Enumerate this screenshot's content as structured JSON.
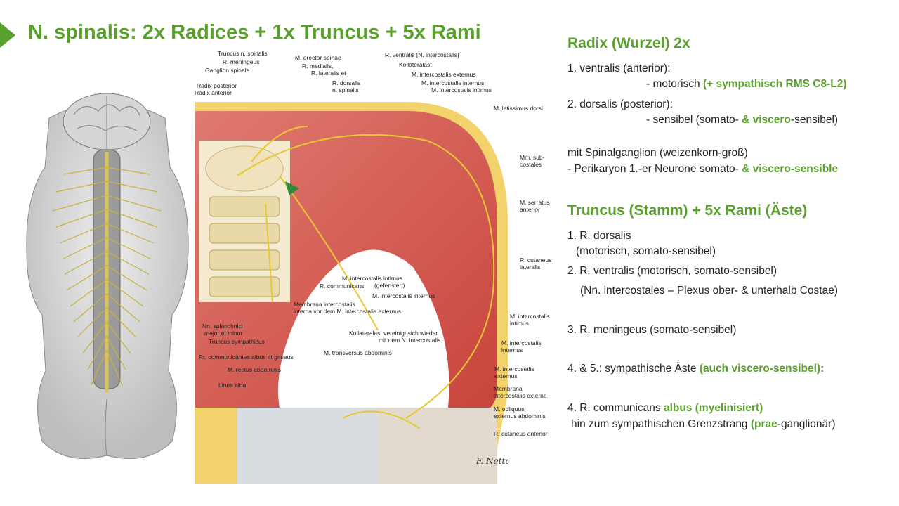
{
  "title": "N. spinalis: 2x Radices + 1x Truncus + 5x Rami",
  "accent_color": "#5aa02c",
  "figure": {
    "labels": {
      "truncus_n_spinalis": "Truncus n. spinalis",
      "r_meningeus": "R. meningeus",
      "ganglion_spinale": "Ganglion spinale",
      "radix_posterior": "Radix posterior",
      "radix_anterior": "Radix anterior",
      "m_erector_spinae": "M. erector spinae",
      "r_medialis": "R. medialis,",
      "r_lateralis_et": "R. lateralis et",
      "r_dorsalis": "R. dorsalis",
      "n_spinalis": "n. spinalis",
      "r_ventralis": "R. ventralis [N. intercostalis]",
      "kollateralast": "Kollateralast",
      "m_intercostalis_externus": "M. intercostalis externus",
      "m_intercostalis_internus": "M. intercostalis internus",
      "m_intercostalis_intimus": "M. intercostalis intimus",
      "m_latissimus_dorsi": "M. latissimus dorsi",
      "mm_subcostales_1": "Mm. sub-",
      "mm_subcostales_2": "costales",
      "m_serratus_1": "M. serratus",
      "m_serratus_2": "anterior",
      "r_cutaneus_lat_1": "R. cutaneus",
      "r_cutaneus_lat_2": "lateralis",
      "m_ic_intimus_gef_1": "M. intercostalis intimus",
      "m_ic_intimus_gef_2": "(gefenstert)",
      "r_communicans": "R. communicans",
      "m_ic_internus_mid": "M. intercostalis internus",
      "membrana_1": "Membrana intercostalis",
      "membrana_2": "interna vor dem M. intercostalis externus",
      "nn_splanchnici_1": "Nn. splanchnici",
      "nn_splanchnici_2": "major et minor",
      "truncus_sympathicus": "Truncus sympathicus",
      "kollateral_vereinigt_1": "Kollateralast vereinigt sich wieder",
      "kollateral_vereinigt_2": "mit dem N. intercostalis",
      "m_ic_intimus_r_1": "M. intercostalis",
      "m_ic_intimus_r_2": "intimus",
      "m_ic_internus_r_1": "M. intercostalis",
      "m_ic_internus_r_2": "internus",
      "rr_communicantes": "Rr. communicantes albus et griseus",
      "m_transversus": "M. transversus abdominis",
      "m_ic_externus_r_1": "M. intercostalis",
      "m_ic_externus_r_2": "externus",
      "m_rectus": "M. rectus abdominis",
      "membrana_ext_1": "Membrana",
      "membrana_ext_2": "intercostalis externa",
      "linea_alba": "Linea alba",
      "m_obliquus_1": "M. obliquus",
      "m_obliquus_2": "externus abdominis",
      "r_cutaneus_anterior": "R. cutaneus anterior"
    }
  },
  "text": {
    "radix_heading": "Radix (Wurzel) 2x",
    "ventralis_line": "1. ventralis (anterior):",
    "motorisch_prefix": "- motorisch ",
    "motorisch_green": "(+ sympathisch RMS C8-L2)",
    "dorsalis_line": "2. dorsalis (posterior):",
    "sensibel_prefix": "- sensibel (somato- ",
    "sensibel_green": "& viscero",
    "sensibel_suffix": "-sensibel)",
    "spinalganglion_line": "mit Spinalganglion (weizenkorn-groß)",
    "perikaryon_prefix": "- Perikaryon 1.-er Neurone somato- ",
    "perikaryon_green": "& viscero-sensible",
    "truncus_heading": "Truncus (Stamm) + 5x Rami (Äste)",
    "r_dorsalis_line": "1. R. dorsalis",
    "r_dorsalis_sub": "(motorisch, somato-sensibel)",
    "r_ventralis_line": "2. R. ventralis (motorisch, somato-sensibel)",
    "r_ventralis_sub": "(Nn. intercostales – Plexus ober- & unterhalb Costae)",
    "r_meningeus_line": "3. R. meningeus (somato-sensibel)",
    "sympathische_prefix": "4. & 5.: sympathische Äste ",
    "sympathische_green": "(auch viscero-sensibel):",
    "communicans_prefix": "4. R. communicans ",
    "communicans_green": "albus (myelinisiert)",
    "grenzstrang_prefix": "hin zum sympathischen Grenzstrang ",
    "grenzstrang_green": "(prae",
    "grenzstrang_suffix": "-ganglionär)"
  }
}
